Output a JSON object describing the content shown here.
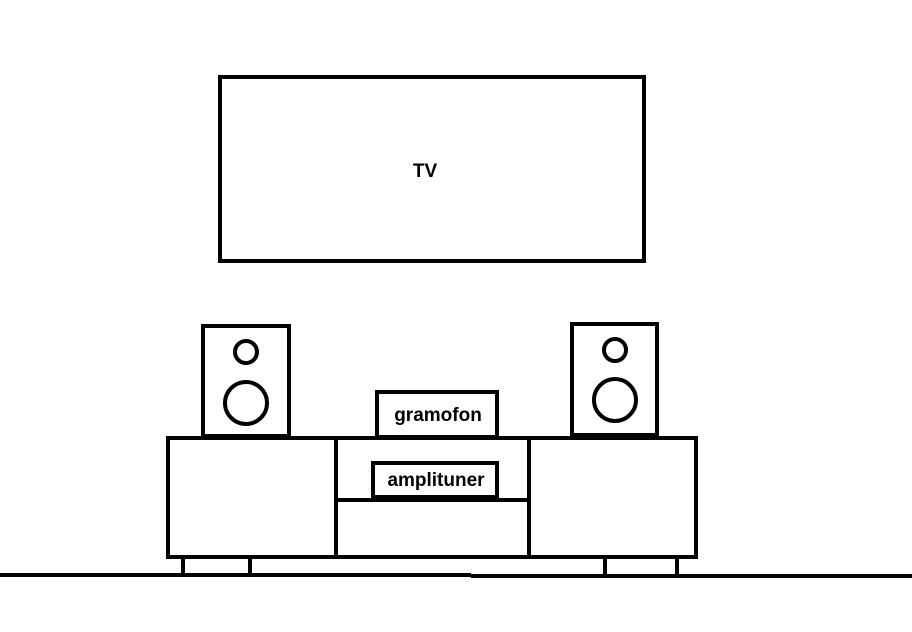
{
  "labels": {
    "tv": "TV",
    "gramofon": "gramofon",
    "amplituner": "amplituner"
  },
  "colors": {
    "stroke": "#000000",
    "background": "#ffffff"
  }
}
